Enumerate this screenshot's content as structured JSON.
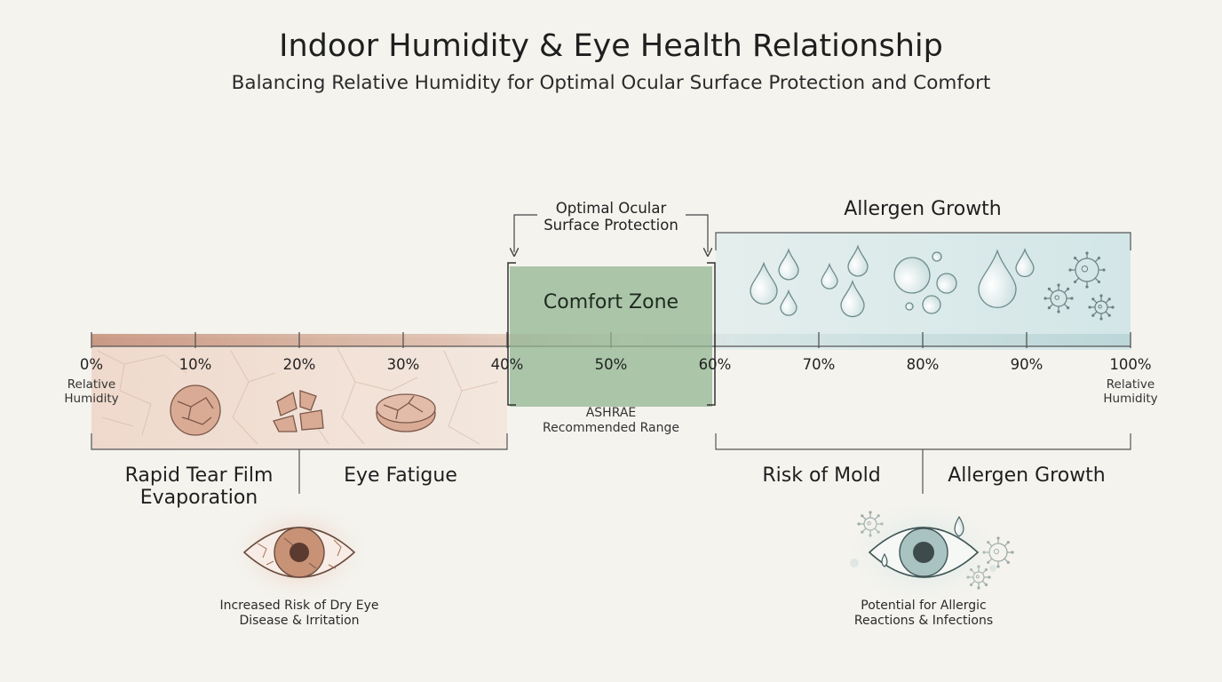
{
  "header": {
    "title": "Indoor Humidity & Eye Health Relationship",
    "subtitle": "Balancing Relative Humidity for Optimal Ocular Surface Protection and Comfort"
  },
  "scale": {
    "ticks": [
      "0%",
      "10%",
      "20%",
      "30%",
      "40%",
      "50%",
      "60%",
      "70%",
      "80%",
      "90%",
      "100%"
    ],
    "left_end_label": [
      "Relative",
      "Humidity"
    ],
    "right_end_label": [
      "Relative",
      "Humidity"
    ]
  },
  "comfort_zone": {
    "label": "Comfort Zone",
    "bracket_label": [
      "Optimal Ocular",
      "Surface Protection"
    ],
    "range_note": [
      "ASHRAE",
      "Recommended Range"
    ],
    "range_min": 40,
    "range_max": 60
  },
  "dry_side": {
    "range_max": 40,
    "label_left": [
      "Rapid Tear Film",
      "Evaporation"
    ],
    "label_right": "Eye Fatigue",
    "eye_caption": [
      "Increased Risk of Dry Eye",
      "Disease & Irritation"
    ]
  },
  "humid_side": {
    "range_min": 60,
    "top_label": "Allergen Growth",
    "label_left": "Risk of Mold",
    "label_right": "Allergen Growth",
    "eye_caption": [
      "Potential for Allergic",
      "Reactions & Infections"
    ]
  },
  "colors": {
    "dry": "#c99a83",
    "comfort": "#8fb38f",
    "humid": "#bdd7d9",
    "background": "#f4f3ee"
  },
  "icons": [
    "cracked-sphere-icon",
    "shattered-disc-icon",
    "cracked-disc-icon",
    "water-droplet-icon",
    "bubble-icon",
    "virus-icon",
    "dry-eye-icon",
    "allergic-eye-icon"
  ]
}
